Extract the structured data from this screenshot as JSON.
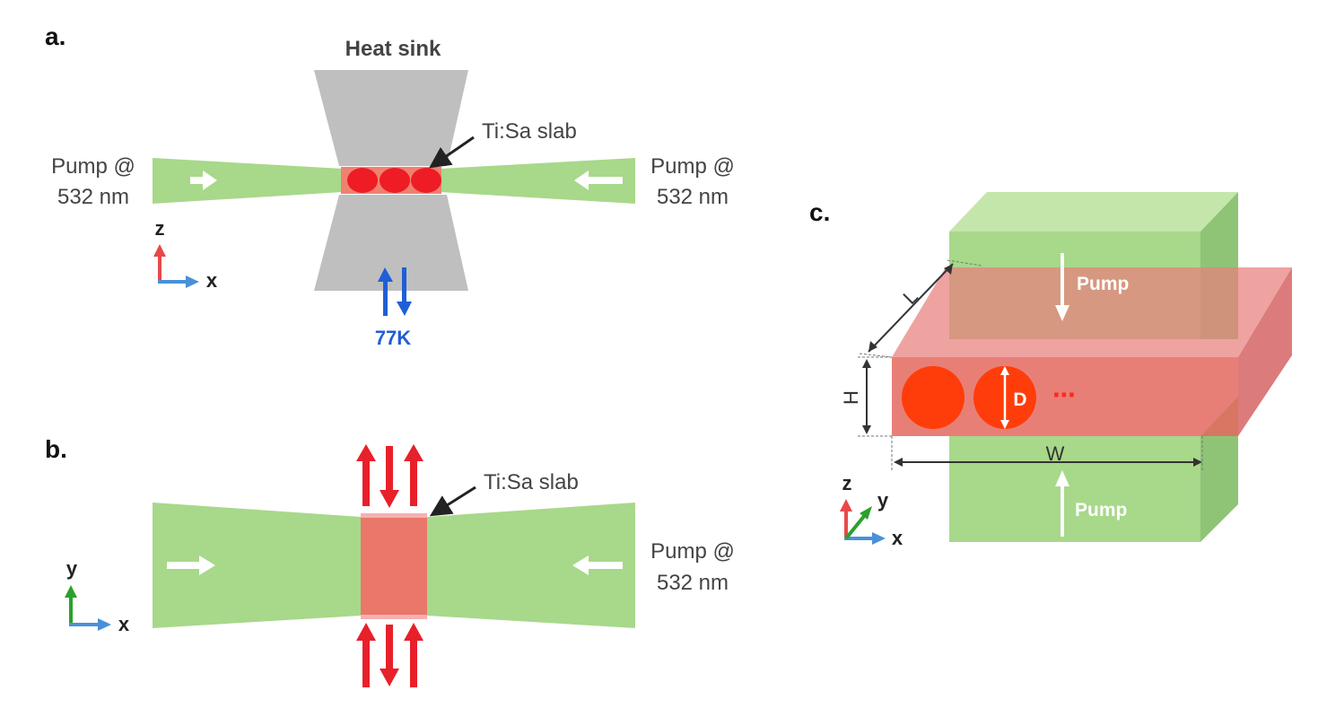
{
  "panel_a": {
    "label": "a.",
    "heat_sink_label": "Heat sink",
    "slab_label": "Ti:Sa slab",
    "pump_left_line1": "Pump @",
    "pump_left_line2": "532 nm",
    "pump_right_line1": "Pump @",
    "pump_right_line2": "532 nm",
    "temperature_label": "77K",
    "axis_vertical": "z",
    "axis_horizontal": "x"
  },
  "panel_b": {
    "label": "b.",
    "slab_label": "Ti:Sa slab",
    "pump_right_line1": "Pump @",
    "pump_right_line2": "532 nm",
    "axis_vertical": "y",
    "axis_horizontal": "x"
  },
  "panel_c": {
    "label": "c.",
    "pump_top_label": "Pump",
    "pump_bottom_label": "Pump",
    "dim_length": "L",
    "dim_height": "H",
    "dim_width": "W",
    "dim_diameter": "D",
    "ellipsis": "⋯",
    "axis_z": "z",
    "axis_y": "y",
    "axis_x": "x"
  },
  "colors": {
    "pump_green": "#a8d88a",
    "heat_sink_gray": "#bfbfbf",
    "slab_red": "#e9776a",
    "spot_red": "#ee1c24",
    "arrow_red": "#e8202a",
    "cooling_blue": "#1f5fd6"
  }
}
